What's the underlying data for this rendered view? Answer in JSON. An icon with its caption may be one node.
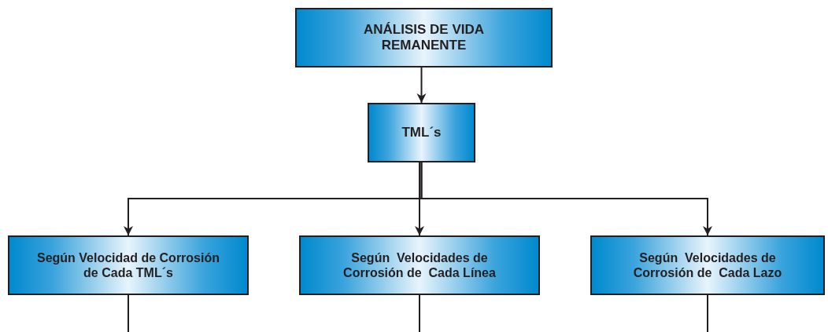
{
  "diagram": {
    "nodes": [
      {
        "text": [
          "ANÁLISIS DE VIDA REMANENTE"
        ]
      },
      {
        "text": [
          "TML´s"
        ]
      },
      {
        "text": [
          "Según Velocidad de Corrosión de Cada TML´s"
        ]
      },
      {
        "text": [
          "Según  Velocidades de Corrosión de  Cada Línea"
        ]
      },
      {
        "text": [
          "Según  Velocidades de Corrosión de  Cada Lazo"
        ]
      }
    ],
    "edges": [
      {
        "from": 0,
        "to": 1,
        "arrow": "to"
      },
      {
        "from": 1,
        "to": 2,
        "arrow": "to"
      },
      {
        "from": 1,
        "to": 3,
        "arrow": "to"
      },
      {
        "from": 1,
        "to": 4,
        "arrow": "to"
      },
      {
        "from": 2,
        "to": null,
        "arrow": "none"
      },
      {
        "from": 3,
        "to": null,
        "arrow": "none"
      },
      {
        "from": 4,
        "to": null,
        "arrow": "none"
      }
    ]
  }
}
